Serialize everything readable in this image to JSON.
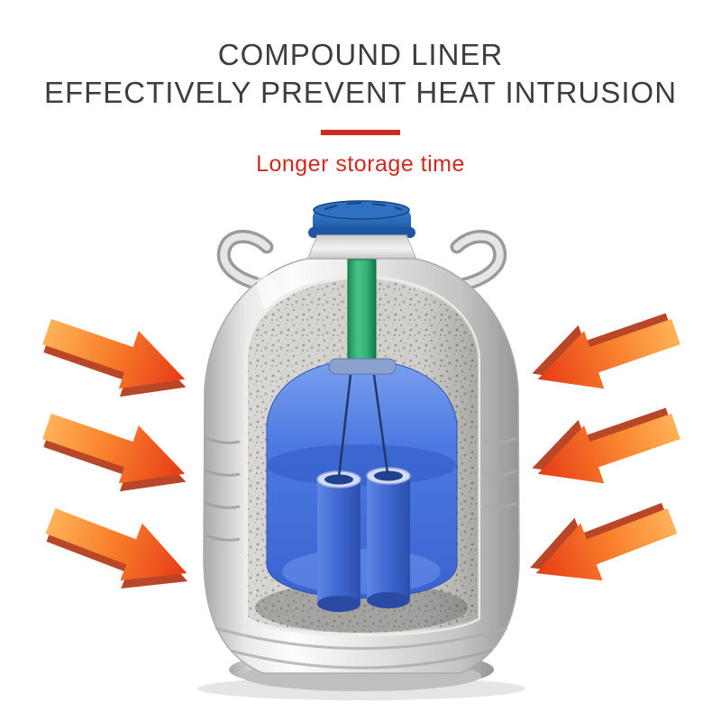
{
  "header": {
    "title_line1": "COMPOUND LINER",
    "title_line2": "EFFECTIVELY PREVENT HEAT INTRUSION",
    "subtitle": "Longer storage time",
    "title_color": "#3d3d3d",
    "accent_color": "#ce2a1e"
  },
  "illustration": {
    "subject": "liquid nitrogen tank cutaway showing compound liner",
    "heat_arrows": {
      "left_count": 3,
      "right_count": 3,
      "color_tail": "#ffb257",
      "color_head": "#e63a15"
    },
    "colors": {
      "cap": "#2e70c2",
      "neck_tube": "#35b476",
      "liner_cavity": "#4d7ae2",
      "insulation": "#d9d7d3",
      "body_silver": "#d6d6d6"
    }
  }
}
